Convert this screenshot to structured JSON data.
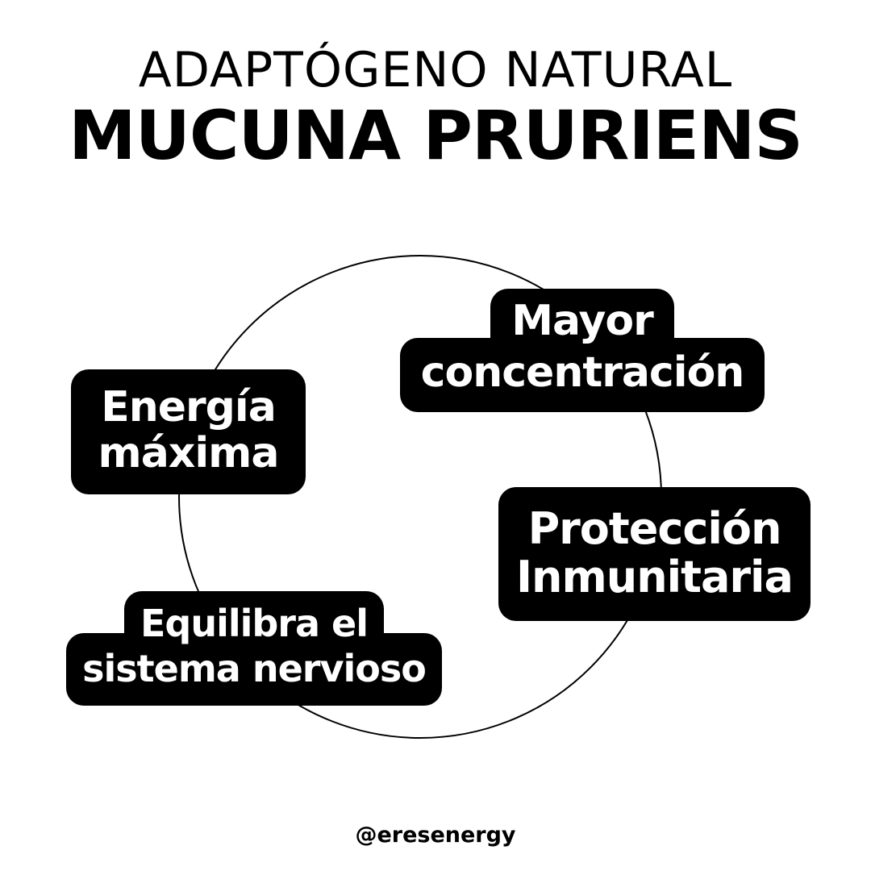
{
  "header": {
    "kicker": "ADAPTÓGENO NATURAL",
    "title": "MUCUNA PRURIENS"
  },
  "benefits": [
    {
      "lines": [
        "Energía",
        "máxima"
      ]
    },
    {
      "lines": [
        "Mayor",
        "concentración"
      ]
    },
    {
      "lines": [
        "Protección",
        "Inmunitaria"
      ]
    },
    {
      "lines": [
        "Equilibra el",
        "sistema nervioso"
      ]
    }
  ],
  "footer": {
    "handle": "@eresenergy"
  },
  "colors": {
    "background": "#ffffff",
    "box": "#000000",
    "box_text": "#ffffff",
    "text": "#000000"
  }
}
